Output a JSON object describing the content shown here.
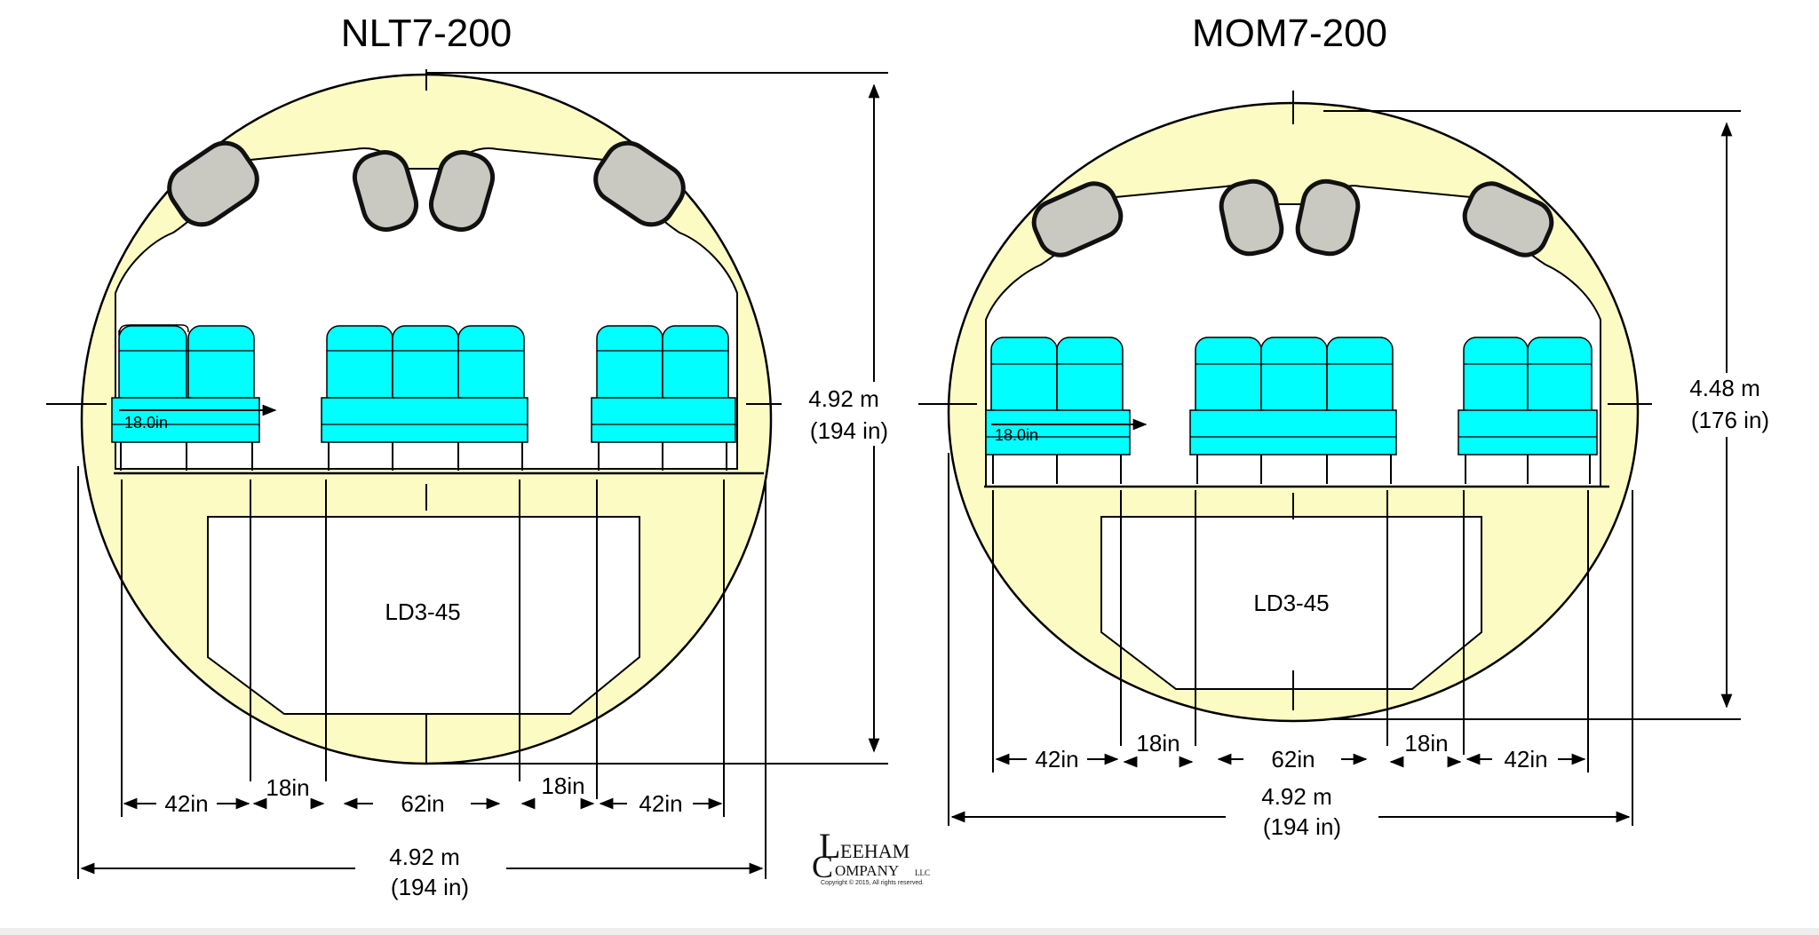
{
  "left": {
    "title": "NLT7-200",
    "height_m": "4.92 m",
    "height_in": "(194 in)",
    "width_m": "4.92 m",
    "width_in": "(194 in)",
    "cargo": "LD3-45",
    "seat_width": "18.0in",
    "dims": [
      "42in",
      "18in",
      "62in",
      "18in",
      "42in"
    ]
  },
  "right": {
    "title": "MOM7-200",
    "height_m": "4.48 m",
    "height_in": "(176 in)",
    "width_m": "4.92 m",
    "width_in": "(194 in)",
    "cargo": "LD3-45",
    "seat_width": "18.0in",
    "dims": [
      "42in",
      "18in",
      "62in",
      "18in",
      "42in"
    ]
  },
  "logo": {
    "line1": "EEHAM",
    "line2": "OMPANY",
    "suffix": "LLC",
    "initial1": "L",
    "initial2": "C",
    "copyright": "Copyright © 2015, All rights reserved."
  },
  "colors": {
    "fuselage": "#fdfbc4",
    "seat": "#00ffff",
    "bin": "#c9c9c1",
    "stroke": "#000000"
  }
}
